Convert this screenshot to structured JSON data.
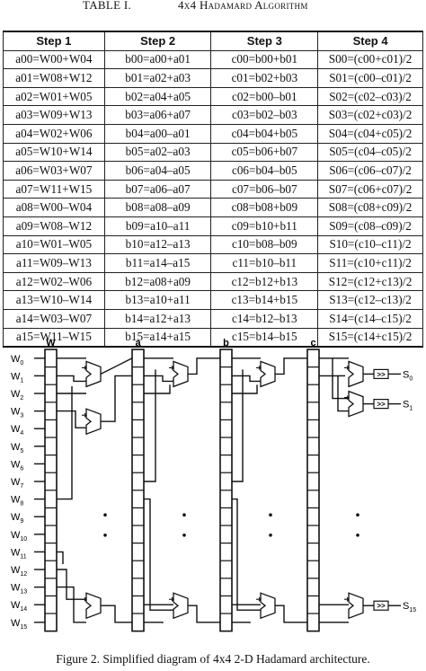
{
  "table": {
    "label": "TABLE I.",
    "title": "4x4 Hadamard Algorithm",
    "headers": [
      "Step 1",
      "Step 2",
      "Step 3",
      "Step 4"
    ],
    "rows": [
      [
        "a00=W00+W04",
        "b00=a00+a01",
        "c00=b00+b01",
        "S00=(c00+c01)/2"
      ],
      [
        "a01=W08+W12",
        "b01=a02+a03",
        "c01=b02+b03",
        "S01=(c00–c01)/2"
      ],
      [
        "a02=W01+W05",
        "b02=a04+a05",
        "c02=b00–b01",
        "S02=(c02–c03)/2"
      ],
      [
        "a03=W09+W13",
        "b03=a06+a07",
        "c03=b02–b03",
        "S03=(c02+c03)/2"
      ],
      [
        "a04=W02+W06",
        "b04=a00–a01",
        "c04=b04+b05",
        "S04=(c04+c05)/2"
      ],
      [
        "a05=W10+W14",
        "b05=a02–a03",
        "c05=b06+b07",
        "S05=(c04–c05)/2"
      ],
      [
        "a06=W03+W07",
        "b06=a04–a05",
        "c06=b04–b05",
        "S06=(c06–c07)/2"
      ],
      [
        "a07=W11+W15",
        "b07=a06–a07",
        "c07=b06–b07",
        "S07=(c06+c07)/2"
      ],
      [
        "a08=W00–W04",
        "b08=a08–a09",
        "c08=b08+b09",
        "S08=(c08+c09)/2"
      ],
      [
        "a09=W08–W12",
        "b09=a10–a11",
        "c09=b10+b11",
        "S09=(c08–c09)/2"
      ],
      [
        "a10=W01–W05",
        "b10=a12–a13",
        "c10=b08–b09",
        "S10=(c10–c11)/2"
      ],
      [
        "a11=W09–W13",
        "b11=a14–a15",
        "c11=b10–b11",
        "S11=(c10+c11)/2"
      ],
      [
        "a12=W02–W06",
        "b12=a08+a09",
        "c12=b12+b13",
        "S12=(c12+c13)/2"
      ],
      [
        "a13=W10–W14",
        "b13=a10+a11",
        "c13=b14+b15",
        "S13=(c12–c13)/2"
      ],
      [
        "a14=W03–W07",
        "b14=a12+a13",
        "c14=b12–b13",
        "S14=(c14–c15)/2"
      ],
      [
        "a15=W11–W15",
        "b15=a14+a15",
        "c15=b14–b15",
        "S15=(c14+c15)/2"
      ]
    ]
  },
  "diagram": {
    "column_labels": [
      "W",
      "a",
      "b",
      "c"
    ],
    "input_labels": [
      {
        "main": "W",
        "sub": "0"
      },
      {
        "main": "W",
        "sub": "1"
      },
      {
        "main": "W",
        "sub": "2"
      },
      {
        "main": "W",
        "sub": "3"
      },
      {
        "main": "W",
        "sub": "4"
      },
      {
        "main": "W",
        "sub": "5"
      },
      {
        "main": "W",
        "sub": "6"
      },
      {
        "main": "W",
        "sub": "7"
      },
      {
        "main": "W",
        "sub": "8"
      },
      {
        "main": "W",
        "sub": "9"
      },
      {
        "main": "W",
        "sub": "10"
      },
      {
        "main": "W",
        "sub": "11"
      },
      {
        "main": "W",
        "sub": "12"
      },
      {
        "main": "W",
        "sub": "13"
      },
      {
        "main": "W",
        "sub": "14"
      },
      {
        "main": "W",
        "sub": "15"
      }
    ],
    "output_labels": [
      {
        "main": "S",
        "sub": "0"
      },
      {
        "main": "S",
        "sub": "1"
      },
      {
        "main": "S",
        "sub": "15"
      }
    ],
    "shift_symbol": ">>",
    "caption": "Figure 2.    Simplified diagram of 4x4 2-D Hadamard architecture."
  }
}
